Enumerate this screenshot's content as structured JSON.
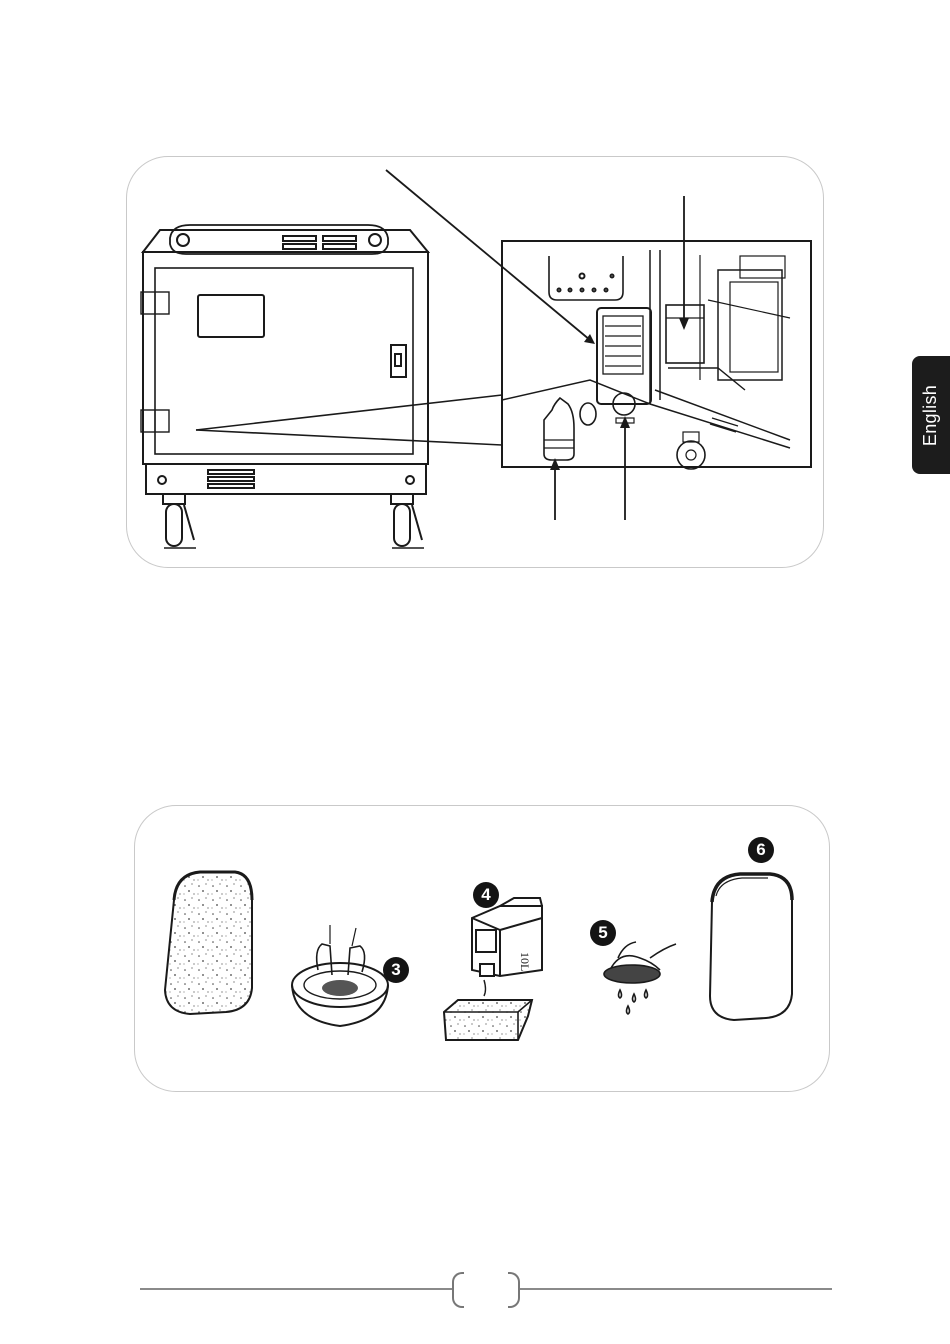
{
  "sidebar_tab": {
    "label": "English"
  },
  "figure_cleaning": {
    "steps": [
      {
        "label": "3"
      },
      {
        "label": "4"
      },
      {
        "label": "5"
      },
      {
        "label": "6"
      }
    ],
    "container_label": "10L"
  },
  "footer": {
    "page_number": ""
  },
  "colors": {
    "line": "#1a1a1a",
    "tab_bg": "#1c1c1c",
    "panel_border": "#c9c9c9"
  }
}
